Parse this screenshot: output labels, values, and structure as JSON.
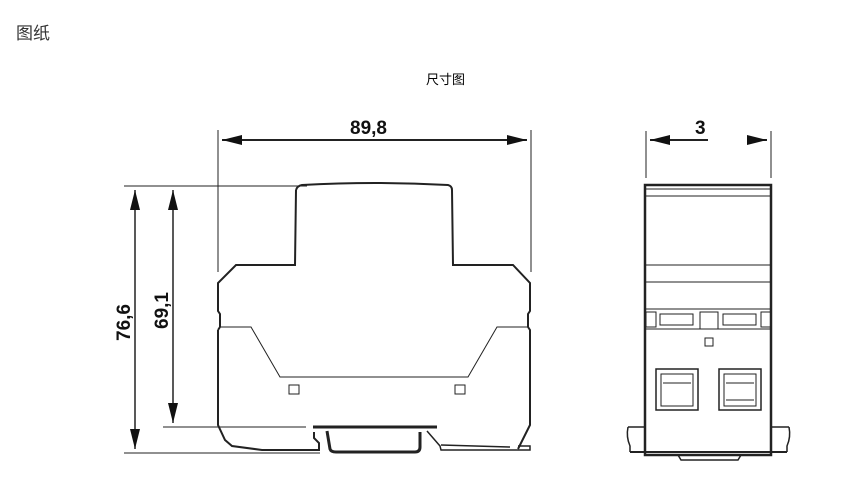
{
  "section": {
    "title": "图纸"
  },
  "drawing": {
    "caption": "尺寸图",
    "units": "mm",
    "line_color": "#222222",
    "dimensions": {
      "width": "89,8",
      "height_total": "76,6",
      "height_body": "69,1",
      "side_width": "3"
    },
    "views": [
      {
        "name": "Side view",
        "features": [
          "housing profile",
          "DIN rail clip",
          "two square markers"
        ]
      },
      {
        "name": "Front view",
        "features": [
          "top band",
          "latch bar",
          "square marker",
          "two terminal openings",
          "DIN rail"
        ]
      }
    ]
  }
}
